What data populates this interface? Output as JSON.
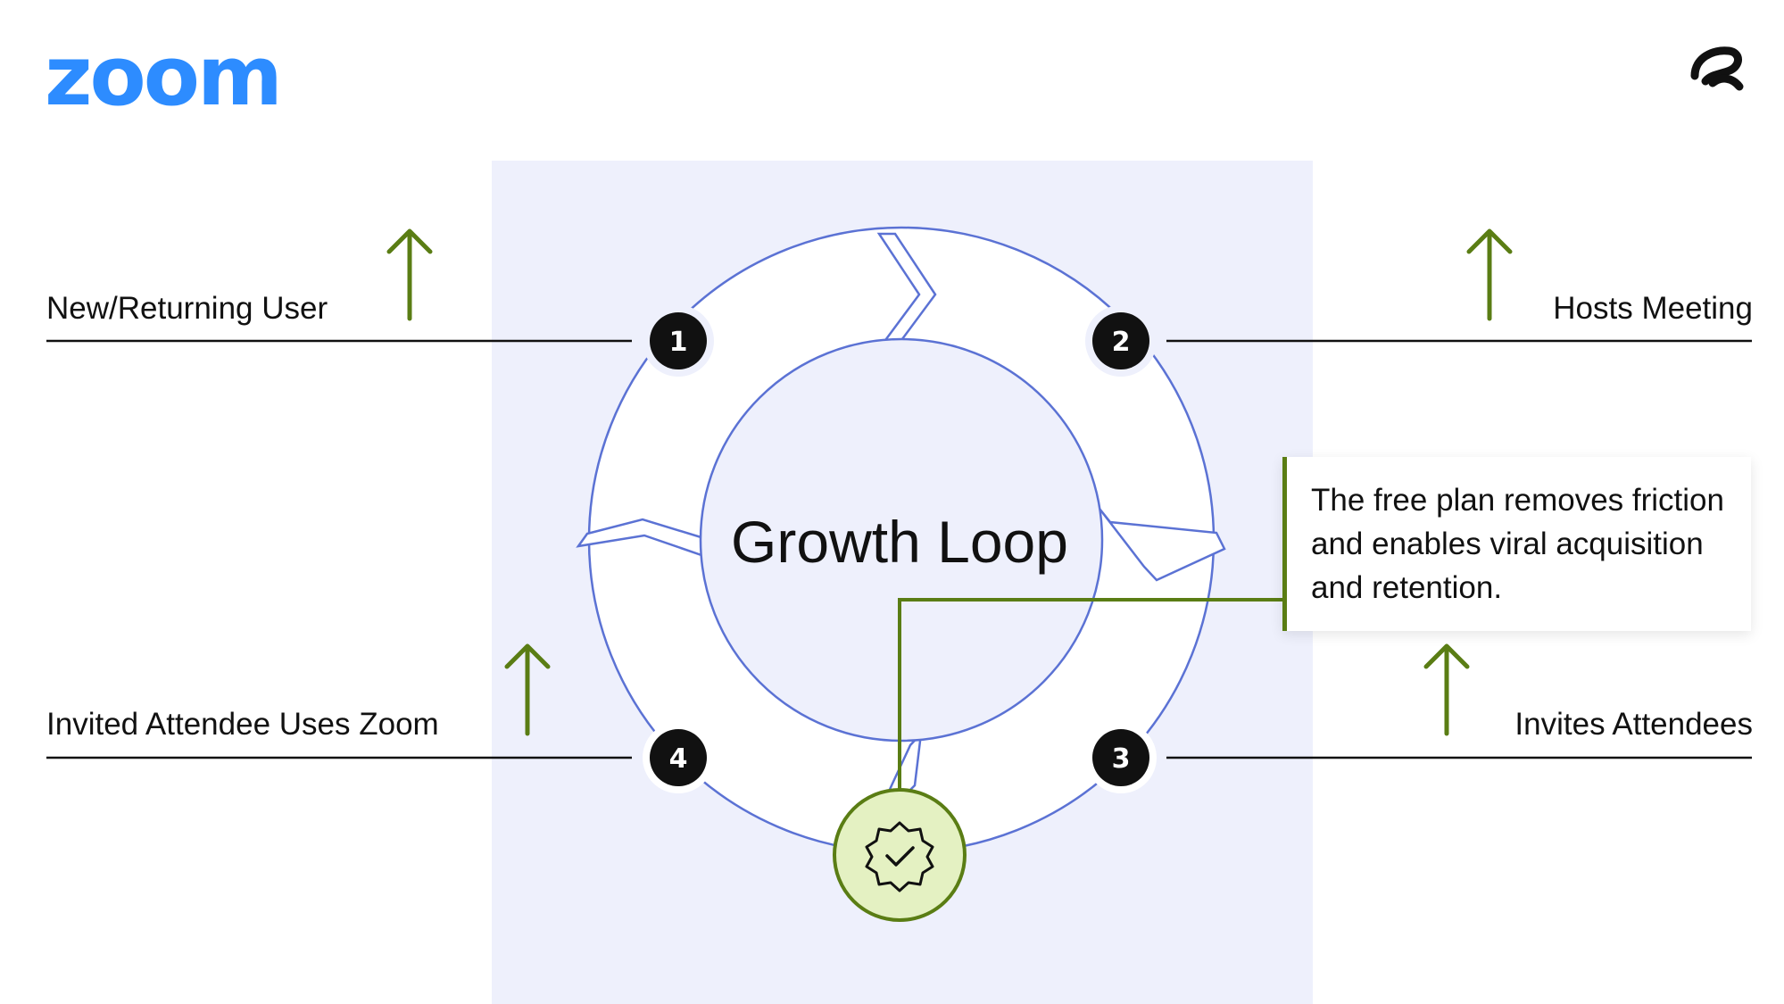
{
  "brand": {
    "logo_text": "zoom",
    "corner_mark": "r-monogram-icon"
  },
  "diagram": {
    "center_title": "Growth Loop",
    "steps": [
      {
        "number": "1",
        "label": "New/Returning User",
        "trend": "up-arrow-icon"
      },
      {
        "number": "2",
        "label": "Hosts Meeting",
        "trend": "up-arrow-icon"
      },
      {
        "number": "3",
        "label": "Invites Attendees",
        "trend": "up-arrow-icon"
      },
      {
        "number": "4",
        "label": "Invited Attendee Uses Zoom",
        "trend": "up-arrow-icon"
      }
    ],
    "callout_text": "The free plan removes friction and enables viral acquisition and retention.",
    "badge_icon": "verified-badge-icon"
  },
  "colors": {
    "panel": "#EEF0FC",
    "ring_stroke": "#5B72D4",
    "arrow_green": "#5A7D14",
    "badge_fill": "#E4F1C2",
    "number_circle": "#111111",
    "logo_blue": "#2D8CFF"
  }
}
